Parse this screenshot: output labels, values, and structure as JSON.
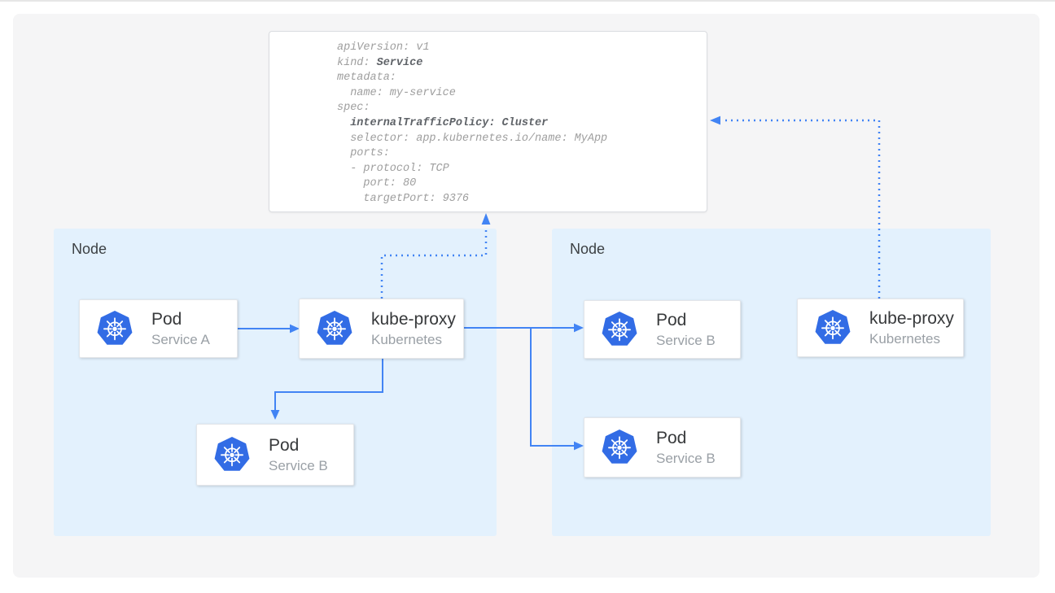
{
  "colors": {
    "arrow_blue": "#4284f4",
    "kubernetes_blue": "#326ce5",
    "node_background": "#e3f1fd",
    "panel_background": "#f5f5f6",
    "yaml_text": "#9e9e9e",
    "yaml_bold_text": "#5f6368"
  },
  "yaml_card": {
    "lines": [
      [
        {
          "text": "apiVersion: v1",
          "bold": false
        }
      ],
      [
        {
          "text": "kind: ",
          "bold": false
        },
        {
          "text": "Service",
          "bold": true
        }
      ],
      [
        {
          "text": "metadata:",
          "bold": false
        }
      ],
      [
        {
          "text": "  name: my-service",
          "bold": false
        }
      ],
      [
        {
          "text": "spec:",
          "bold": false
        }
      ],
      [
        {
          "text": "  ",
          "bold": false
        },
        {
          "text": "internalTrafficPolicy: Cluster",
          "bold": true
        }
      ],
      [
        {
          "text": "  selector: app.kubernetes.io/name: MyApp",
          "bold": false
        }
      ],
      [
        {
          "text": "  ports:",
          "bold": false
        }
      ],
      [
        {
          "text": "  - protocol: TCP",
          "bold": false
        }
      ],
      [
        {
          "text": "    port: 80",
          "bold": false
        }
      ],
      [
        {
          "text": "    targetPort: 9376",
          "bold": false
        }
      ]
    ]
  },
  "diagram": {
    "left_node": {
      "label": "Node",
      "pod_a": {
        "title": "Pod",
        "subtitle": "Service A"
      },
      "kube_proxy": {
        "title": "kube-proxy",
        "subtitle": "Kubernetes"
      },
      "pod_b": {
        "title": "Pod",
        "subtitle": "Service B"
      }
    },
    "right_node": {
      "label": "Node",
      "pod_b_top": {
        "title": "Pod",
        "subtitle": "Service B"
      },
      "pod_b_bottom": {
        "title": "Pod",
        "subtitle": "Service B"
      },
      "kube_proxy": {
        "title": "kube-proxy",
        "subtitle": "Kubernetes"
      }
    }
  }
}
